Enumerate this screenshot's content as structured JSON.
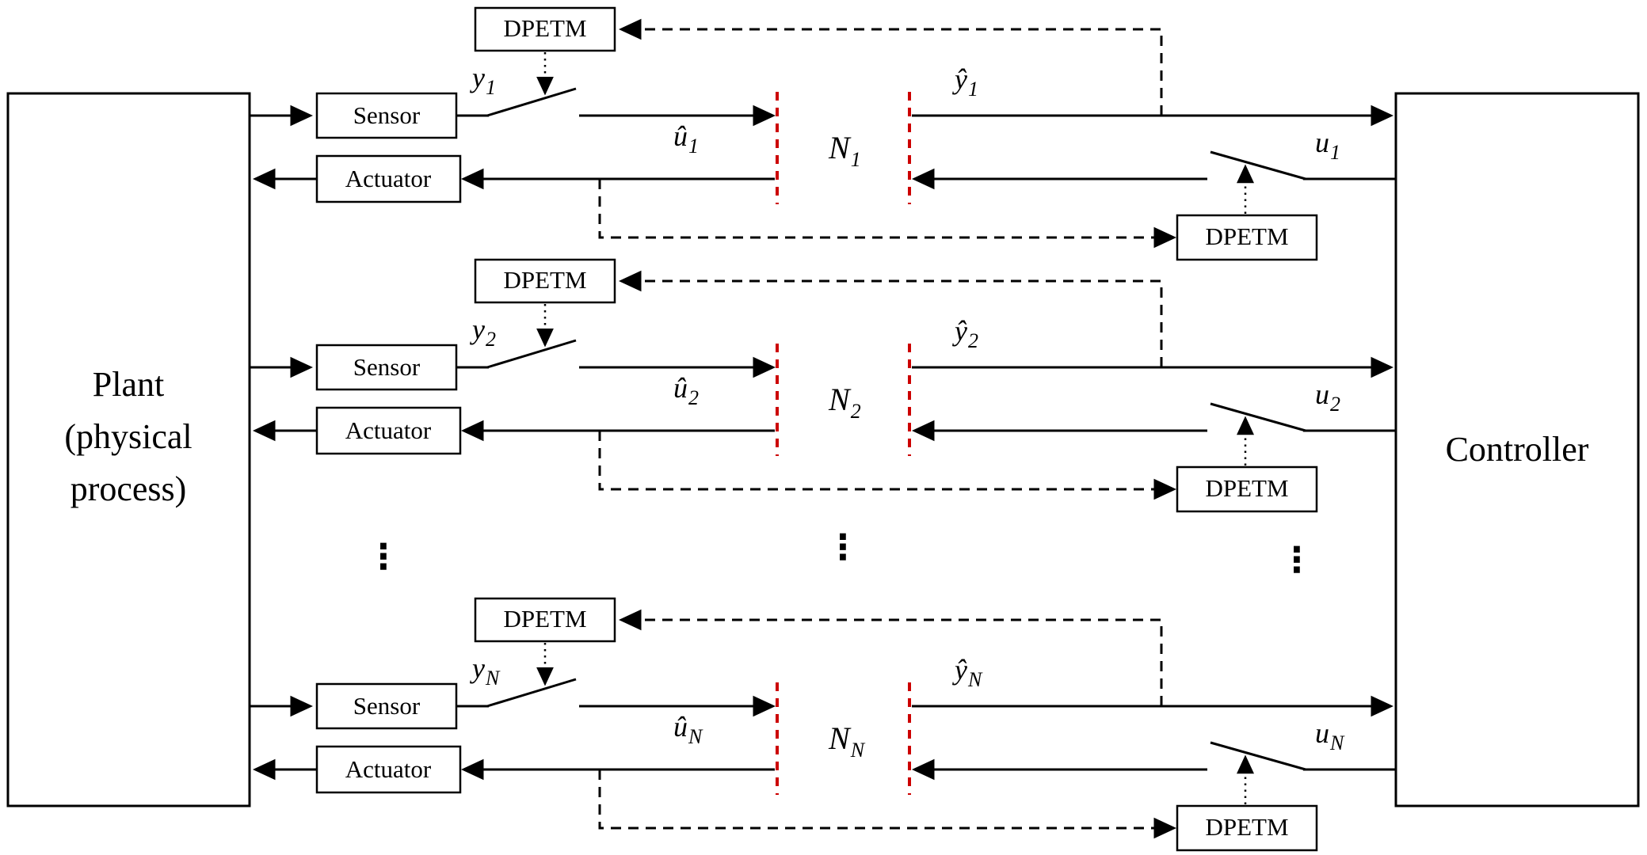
{
  "diagram": {
    "plant": {
      "lines": [
        "Plant",
        "(physical",
        "process)"
      ]
    },
    "controller": {
      "label": "Controller"
    },
    "colors": {
      "line": "#000000",
      "network_boundary": "#cc0000",
      "box_fill": "#ffffff"
    },
    "ellipsis": "⋮",
    "channels": [
      {
        "sub": "1",
        "sensor": "Sensor",
        "actuator": "Actuator",
        "dpetm_sensor": "DPETM",
        "dpetm_controller": "DPETM",
        "y": "y",
        "y_hat": "ŷ",
        "u_hat": "û",
        "u": "u",
        "network": "N"
      },
      {
        "sub": "2",
        "sensor": "Sensor",
        "actuator": "Actuator",
        "dpetm_sensor": "DPETM",
        "dpetm_controller": "DPETM",
        "y": "y",
        "y_hat": "ŷ",
        "u_hat": "û",
        "u": "u",
        "network": "N"
      },
      {
        "sub": "N",
        "sensor": "Sensor",
        "actuator": "Actuator",
        "dpetm_sensor": "DPETM",
        "dpetm_controller": "DPETM",
        "y": "y",
        "y_hat": "ŷ",
        "u_hat": "û",
        "u": "u",
        "network": "N"
      }
    ]
  }
}
